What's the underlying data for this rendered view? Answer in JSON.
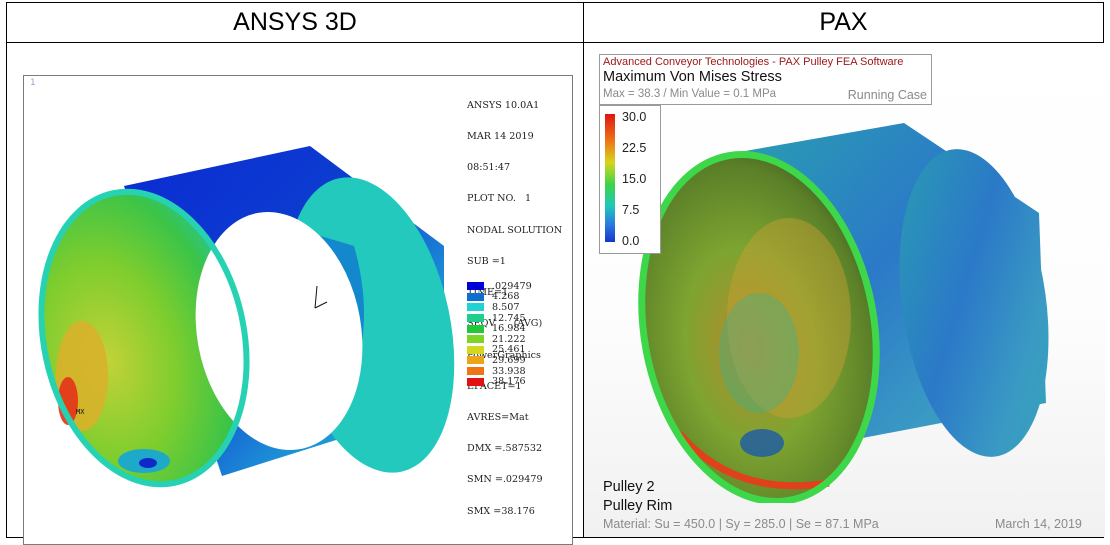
{
  "headers": {
    "left": "ANSYS 3D",
    "right": "PAX"
  },
  "ansys": {
    "corner_num": "1",
    "info_lines": [
      "ANSYS 10.0A1",
      "MAR 14 2019",
      "08:51:47",
      "PLOT NO.   1",
      "NODAL SOLUTION",
      "SUB =1",
      "TIME=1",
      "SEQV      (AVG)",
      "PowerGraphics",
      "EFACET=1",
      "AVRES=Mat",
      "DMX =.587532",
      "SMN =.029479",
      "SMX =38.176"
    ],
    "legend": [
      {
        "value": ".029479",
        "color": "#0000d6"
      },
      {
        "value": "4.268",
        "color": "#0f6fd0"
      },
      {
        "value": "8.507",
        "color": "#1fd3d3"
      },
      {
        "value": "12.745",
        "color": "#1fce8c"
      },
      {
        "value": "16.984",
        "color": "#20c83a"
      },
      {
        "value": "21.222",
        "color": "#7fd428"
      },
      {
        "value": "25.461",
        "color": "#d2d81e"
      },
      {
        "value": "29.699",
        "color": "#eba516"
      },
      {
        "value": "33.938",
        "color": "#ef7413"
      },
      {
        "value": "38.176",
        "color": "#e21212"
      }
    ],
    "small_label": "MX"
  },
  "pax": {
    "company": "Advanced Conveyor Technologies - PAX Pulley FEA Software",
    "title": "Maximum Von Mises Stress",
    "range_text": "Max = 38.3 / Min Value = 0.1 MPa",
    "case_text": "Running Case",
    "scale_ticks": [
      "30.0",
      "22.5",
      "15.0",
      "7.5",
      "0.0"
    ],
    "pulley": "Pulley 2",
    "part": "Pulley Rim",
    "material": "Material: Su = 450.0 | Sy = 285.0 | Se = 87.1 MPa",
    "date": "March 14, 2019"
  }
}
